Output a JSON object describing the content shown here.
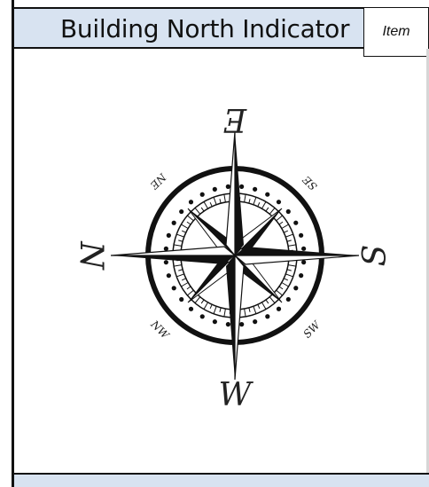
{
  "header": {
    "title": "Building North Indicator",
    "item_label": "Item"
  },
  "compass": {
    "labels": {
      "north": "N",
      "south": "S",
      "east": "E",
      "west": "W",
      "northeast": "NE",
      "southeast": "SE",
      "southwest": "SW",
      "northwest": "NW"
    }
  },
  "colors": {
    "header_background": "#d8e3f1",
    "ink": "#111111"
  }
}
